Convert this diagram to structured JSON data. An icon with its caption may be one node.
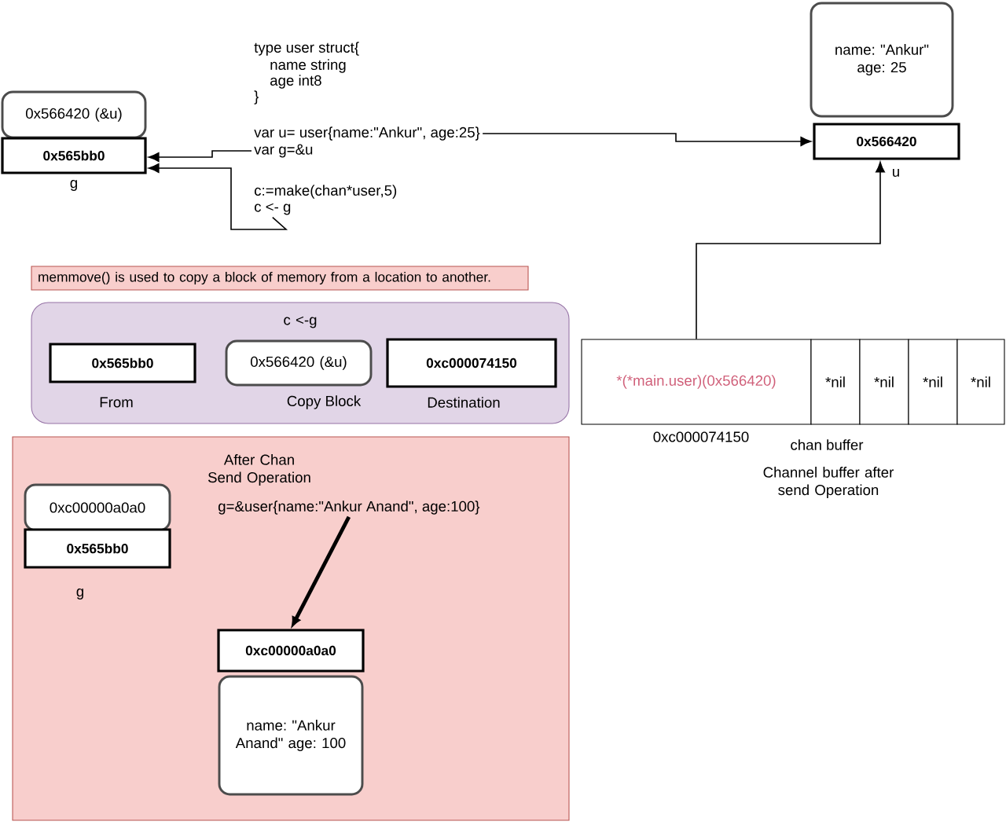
{
  "diagram": {
    "nodes": [
      {
        "text": [
          "0x566420 (&u)"
        ]
      },
      {
        "text": [
          "0x565bb0"
        ],
        "beside": [
          "g"
        ]
      },
      {
        "text": [
          "var u= user{name:\"Ankur\", age:25}"
        ]
      },
      {
        "text": [
          "var g=&u"
        ]
      },
      {
        "text": [
          "c:=make(chan*user,5)"
        ]
      },
      {
        "text": [
          "c <- g"
        ]
      },
      {
        "text": [
          "name: \"Ankur\" age: 25"
        ]
      },
      {
        "text": [
          "0x566420"
        ],
        "beside": [
          "u"
        ]
      },
      {
        "text": [
          "memmove() is used to copy a block of memory from a location to another."
        ]
      },
      {
        "text": [
          "c <-g"
        ]
      },
      {
        "text": [
          "0x565bb0"
        ],
        "beside": [
          "From"
        ],
        "in": 9
      },
      {
        "text": [
          "0x566420 (&u)"
        ],
        "beside": [
          "Copy Block"
        ],
        "in": 9
      },
      {
        "text": [
          "0xc000074150"
        ],
        "beside": [
          "Destination"
        ],
        "in": 9
      },
      {
        "text": [
          "*(*main.user)(0x566420)"
        ],
        "beside": [
          "0xc000074150"
        ]
      },
      {
        "text": [
          "*nil"
        ]
      },
      {
        "text": [
          "*nil"
        ]
      },
      {
        "text": [
          "*nil"
        ]
      },
      {
        "text": [
          "*nil"
        ]
      },
      {
        "text": [
          "After Chan Send Operation"
        ]
      },
      {
        "text": [
          "0xc00000a0a0"
        ],
        "in": 18
      },
      {
        "text": [
          "0x565bb0"
        ],
        "beside": [
          "g"
        ],
        "in": 18
      },
      {
        "text": [
          "g=&user{name:\"Ankur Anand\", age:100}"
        ],
        "in": 18
      },
      {
        "text": [
          "0xc00000a0a0"
        ],
        "in": 18
      },
      {
        "text": [
          "name: \"Ankur Anand\" age: 100"
        ],
        "in": 18
      }
    ],
    "edges": [
      {
        "from": 2,
        "to": 7,
        "arrow": "to"
      },
      {
        "from": 3,
        "to": 1,
        "arrow": "to"
      },
      {
        "from": 5,
        "to": 1,
        "arrow": "to"
      },
      {
        "from": 13,
        "to": 7,
        "arrow": "to"
      },
      {
        "from": 21,
        "to": 22,
        "arrow": "to",
        "style": "thick"
      }
    ],
    "labels": [
      "type user struct{",
      "name string",
      "age int8",
      "}",
      "chan buffer",
      "Channel buffer after send Operation"
    ]
  }
}
